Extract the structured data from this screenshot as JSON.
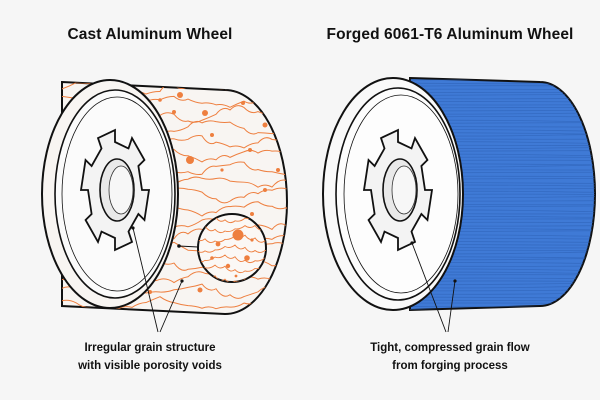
{
  "left_panel": {
    "title": "Cast Aluminum Wheel",
    "caption_line1": "Irregular grain structure",
    "caption_line2": "with visible porosity voids"
  },
  "right_panel": {
    "title": "Forged 6061-T6 Aluminum Wheel",
    "caption_line1": "Tight, compressed grain flow",
    "caption_line2": "from forging process"
  },
  "colors": {
    "background": "#f6f6f6",
    "outline": "#111111",
    "grain_orange": "#ee7f3f",
    "forged_blue": "#3f7ad6",
    "forged_blue_dark": "#2c5fb3"
  }
}
